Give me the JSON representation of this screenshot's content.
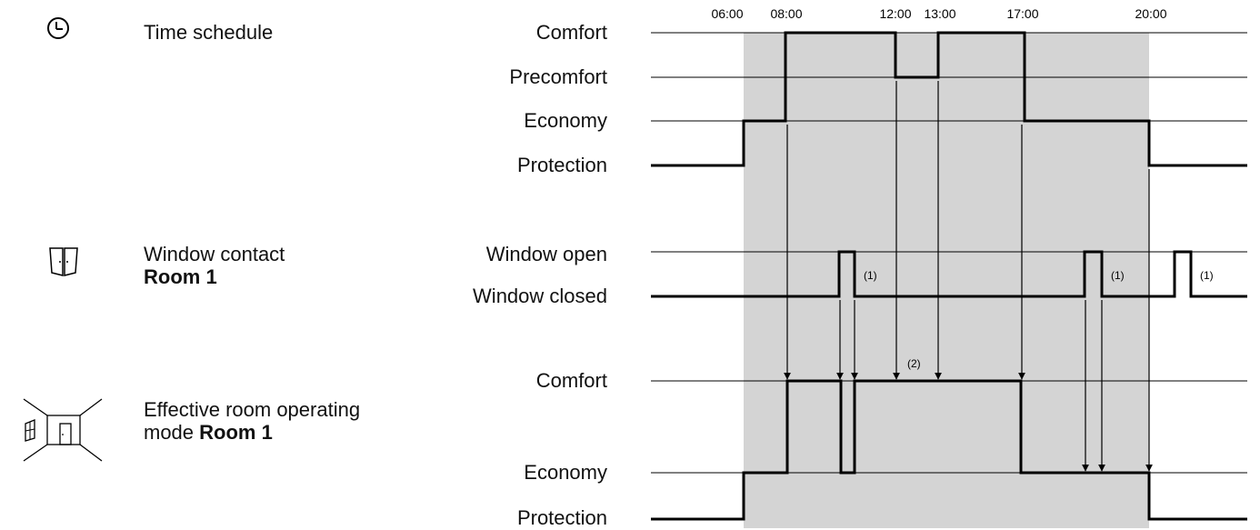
{
  "sections": {
    "schedule": {
      "title": "Time schedule",
      "icon": "clock-icon"
    },
    "window": {
      "title_line1": "Window contact",
      "title_line2": "Room 1",
      "icon": "window-contact-icon"
    },
    "effective": {
      "title_line1": "Effective room operating",
      "title_line2_prefix": "mode ",
      "title_line2_bold": "Room 1",
      "icon": "room-icon"
    }
  },
  "levels": {
    "schedule": [
      "Comfort",
      "Precomfort",
      "Economy",
      "Protection"
    ],
    "window": [
      "Window open",
      "Window closed"
    ],
    "effective": [
      "Comfort",
      "Economy",
      "Protection"
    ]
  },
  "time_labels": [
    "06:00",
    "08:00",
    "12:00",
    "13:00",
    "17:00",
    "20:00"
  ],
  "notes": {
    "n1": "(1)",
    "n2": "(2)"
  },
  "colors": {
    "occupied_band": "#d4d4d4",
    "line": "#000000"
  }
}
